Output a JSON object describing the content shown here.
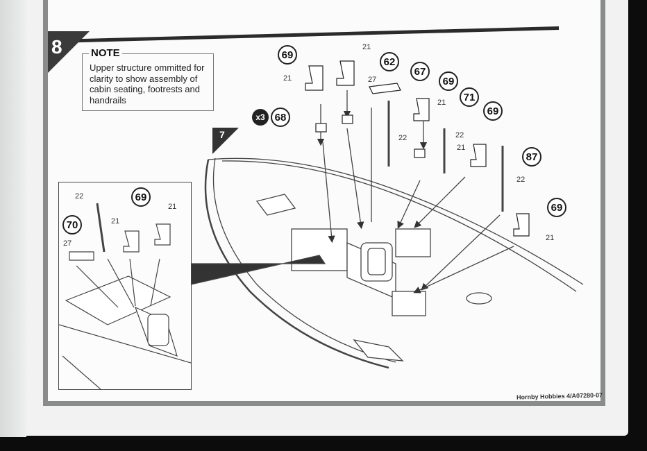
{
  "step": {
    "number": "8",
    "sub_step": "7"
  },
  "note": {
    "title": "NOTE",
    "text": "Upper structure ommitted for clarity to show assembly of cabin seating, footrests and handrails"
  },
  "quantity_badge": "x3",
  "callouts": [
    "69",
    "62",
    "67",
    "69",
    "71",
    "69",
    "87",
    "69",
    "68",
    "70",
    "69"
  ],
  "labels": [
    "21",
    "21",
    "27",
    "22",
    "21",
    "22",
    "21",
    "22",
    "21",
    "22",
    "21",
    "21",
    "27"
  ],
  "footer": "Hornby Hobbies 4/A07280-07"
}
